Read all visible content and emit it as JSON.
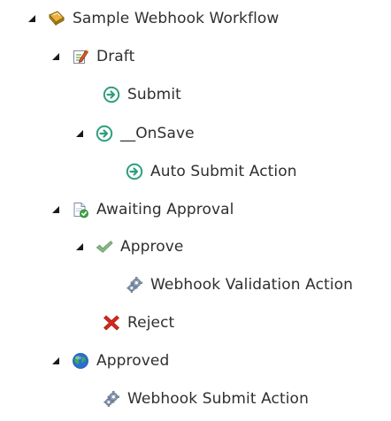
{
  "tree": {
    "root": {
      "label": "Sample Webhook Workflow",
      "icon": "workflow-icon",
      "expanded": true
    },
    "draft": {
      "label": "Draft",
      "icon": "draft-state-icon",
      "expanded": true
    },
    "submit": {
      "label": "Submit",
      "icon": "arrow-circle-icon"
    },
    "onsave": {
      "label": "__OnSave",
      "icon": "arrow-circle-icon",
      "expanded": true
    },
    "auto_submit": {
      "label": "Auto Submit Action",
      "icon": "arrow-circle-icon"
    },
    "awaiting": {
      "label": "Awaiting Approval",
      "icon": "approval-document-icon",
      "expanded": true
    },
    "approve": {
      "label": "Approve",
      "icon": "checkmark-icon",
      "expanded": true
    },
    "webhook_validation": {
      "label": "Webhook Validation Action",
      "icon": "gears-icon"
    },
    "reject": {
      "label": "Reject",
      "icon": "red-x-icon"
    },
    "approved": {
      "label": "Approved",
      "icon": "globe-icon",
      "expanded": true
    },
    "webhook_submit": {
      "label": "Webhook Submit Action",
      "icon": "gears-icon"
    }
  },
  "colors": {
    "text": "#2f2f2f",
    "toggle": "#1a1a1a",
    "arrow_icon": "#2e9e7e",
    "check_icon": "#7fb27f",
    "reject_icon": "#d8261b",
    "globe_icon": "#2a6fd1"
  }
}
